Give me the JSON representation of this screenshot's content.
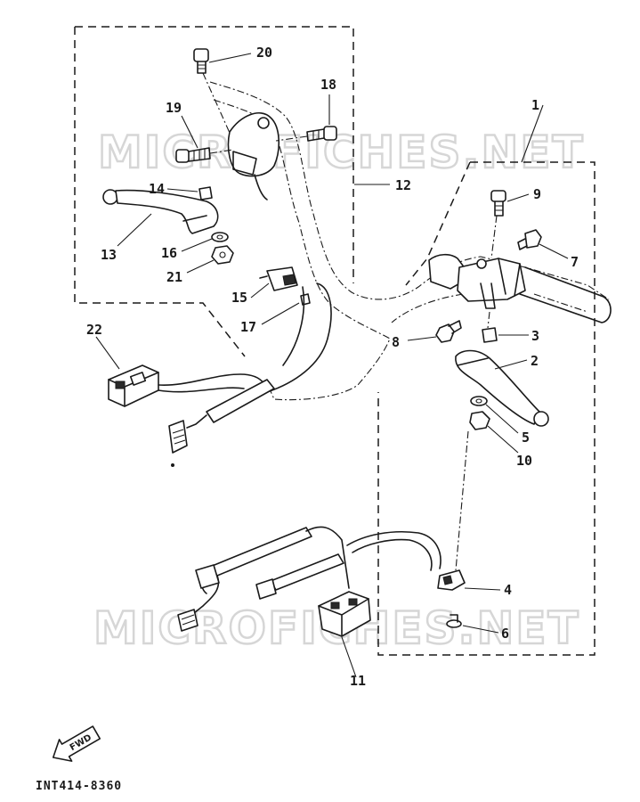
{
  "watermark": "MICROFICHES.NET",
  "drawing_code": "INT414-8360",
  "fwd_label": "FWD",
  "callouts": {
    "c1": "1",
    "c2": "2",
    "c3": "3",
    "c4": "4",
    "c5": "5",
    "c6": "6",
    "c7": "7",
    "c8": "8",
    "c9": "9",
    "c10": "10",
    "c11": "11",
    "c12": "12",
    "c13": "13",
    "c14": "14",
    "c15": "15",
    "c16": "16",
    "c17": "17",
    "c18": "18",
    "c19": "19",
    "c20": "20",
    "c21": "21",
    "c22": "22"
  }
}
